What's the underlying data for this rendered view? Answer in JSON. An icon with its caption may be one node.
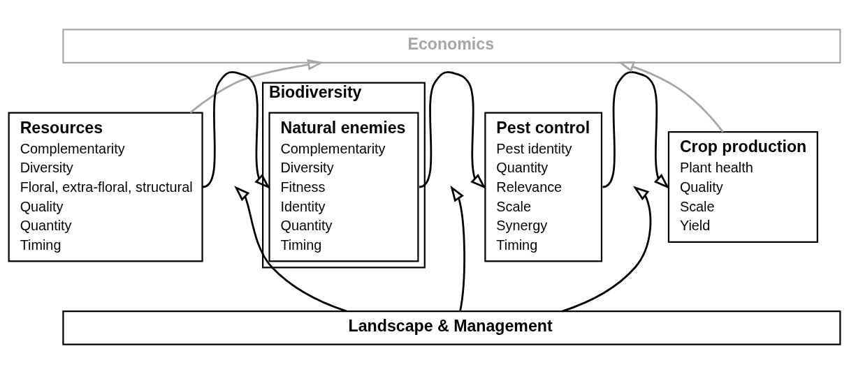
{
  "diagram": {
    "nodes": [
      {
        "text": [
          "Economics"
        ]
      },
      {
        "text": [
          "Biodiversity"
        ]
      },
      {
        "text": [
          "Resources",
          "Complementarity",
          "Diversity",
          "Floral, extra-floral, structural",
          "Quality",
          "Quantity",
          "Timing"
        ]
      },
      {
        "text": [
          "Natural enemies",
          "Complementarity",
          "Diversity",
          "Fitness",
          "Identity",
          "Quantity",
          "Timing"
        ],
        "in": 1
      },
      {
        "text": [
          "Pest control",
          "Pest identity",
          "Quantity",
          "Relevance",
          "Scale",
          "Synergy",
          "Timing"
        ]
      },
      {
        "text": [
          "Crop production",
          "Plant health",
          "Quality",
          "Scale",
          "Yield"
        ]
      },
      {
        "text": [
          "Landscape & Management"
        ]
      }
    ],
    "edges": [
      {
        "from": 2,
        "to": 0,
        "arrow": "to",
        "color": "#a6a6a6"
      },
      {
        "from": 5,
        "to": 0,
        "arrow": "to",
        "color": "#a6a6a6"
      },
      {
        "from": 2,
        "to": 3,
        "arrow": "to"
      },
      {
        "from": 3,
        "to": 4,
        "arrow": "to"
      },
      {
        "from": 4,
        "to": 5,
        "arrow": "to"
      },
      {
        "from": 6,
        "to": null,
        "arrow": "to"
      },
      {
        "from": 6,
        "to": null,
        "arrow": "to"
      },
      {
        "from": 6,
        "to": null,
        "arrow": "to"
      }
    ]
  }
}
